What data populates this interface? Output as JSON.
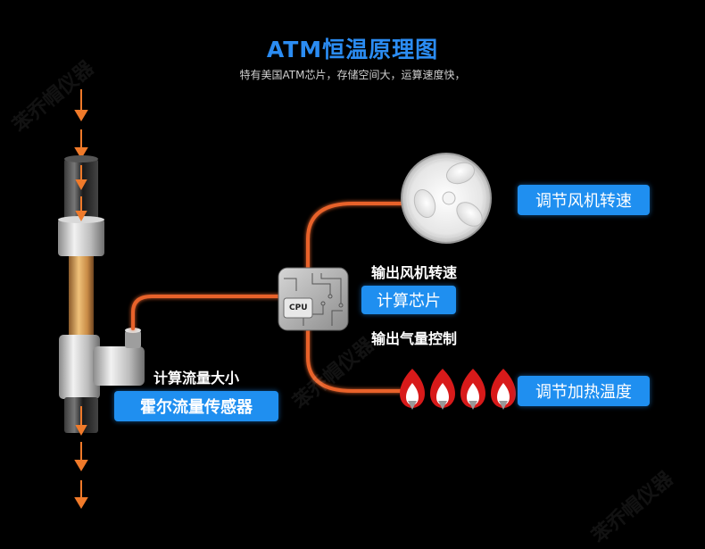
{
  "header": {
    "title": "ATM恒温原理图",
    "subtitle": "特有美国ATM芯片，存储空间大，运算速度快，"
  },
  "sensor": {
    "caption": "计算流量大小",
    "box_label": "霍尔流量传感器"
  },
  "chip": {
    "text": "CPU",
    "label_top": "输出风机转速",
    "box_label": "计算芯片",
    "label_bottom": "输出气量控制"
  },
  "fan": {
    "box_label": "调节风机转速"
  },
  "heater": {
    "box_label": "调节加热温度"
  },
  "watermark": {
    "text": "苯乔帽仪器"
  },
  "colors": {
    "title": "#2b8cf2",
    "box": "#1f8ff0",
    "arrow": "#f07a2a",
    "wire": "#e8622a",
    "flame": "#d81a1a"
  },
  "icons": [
    "flow-arrow-icon",
    "fan-icon",
    "flame-icon",
    "cpu-chip-icon",
    "hall-sensor-icon"
  ]
}
